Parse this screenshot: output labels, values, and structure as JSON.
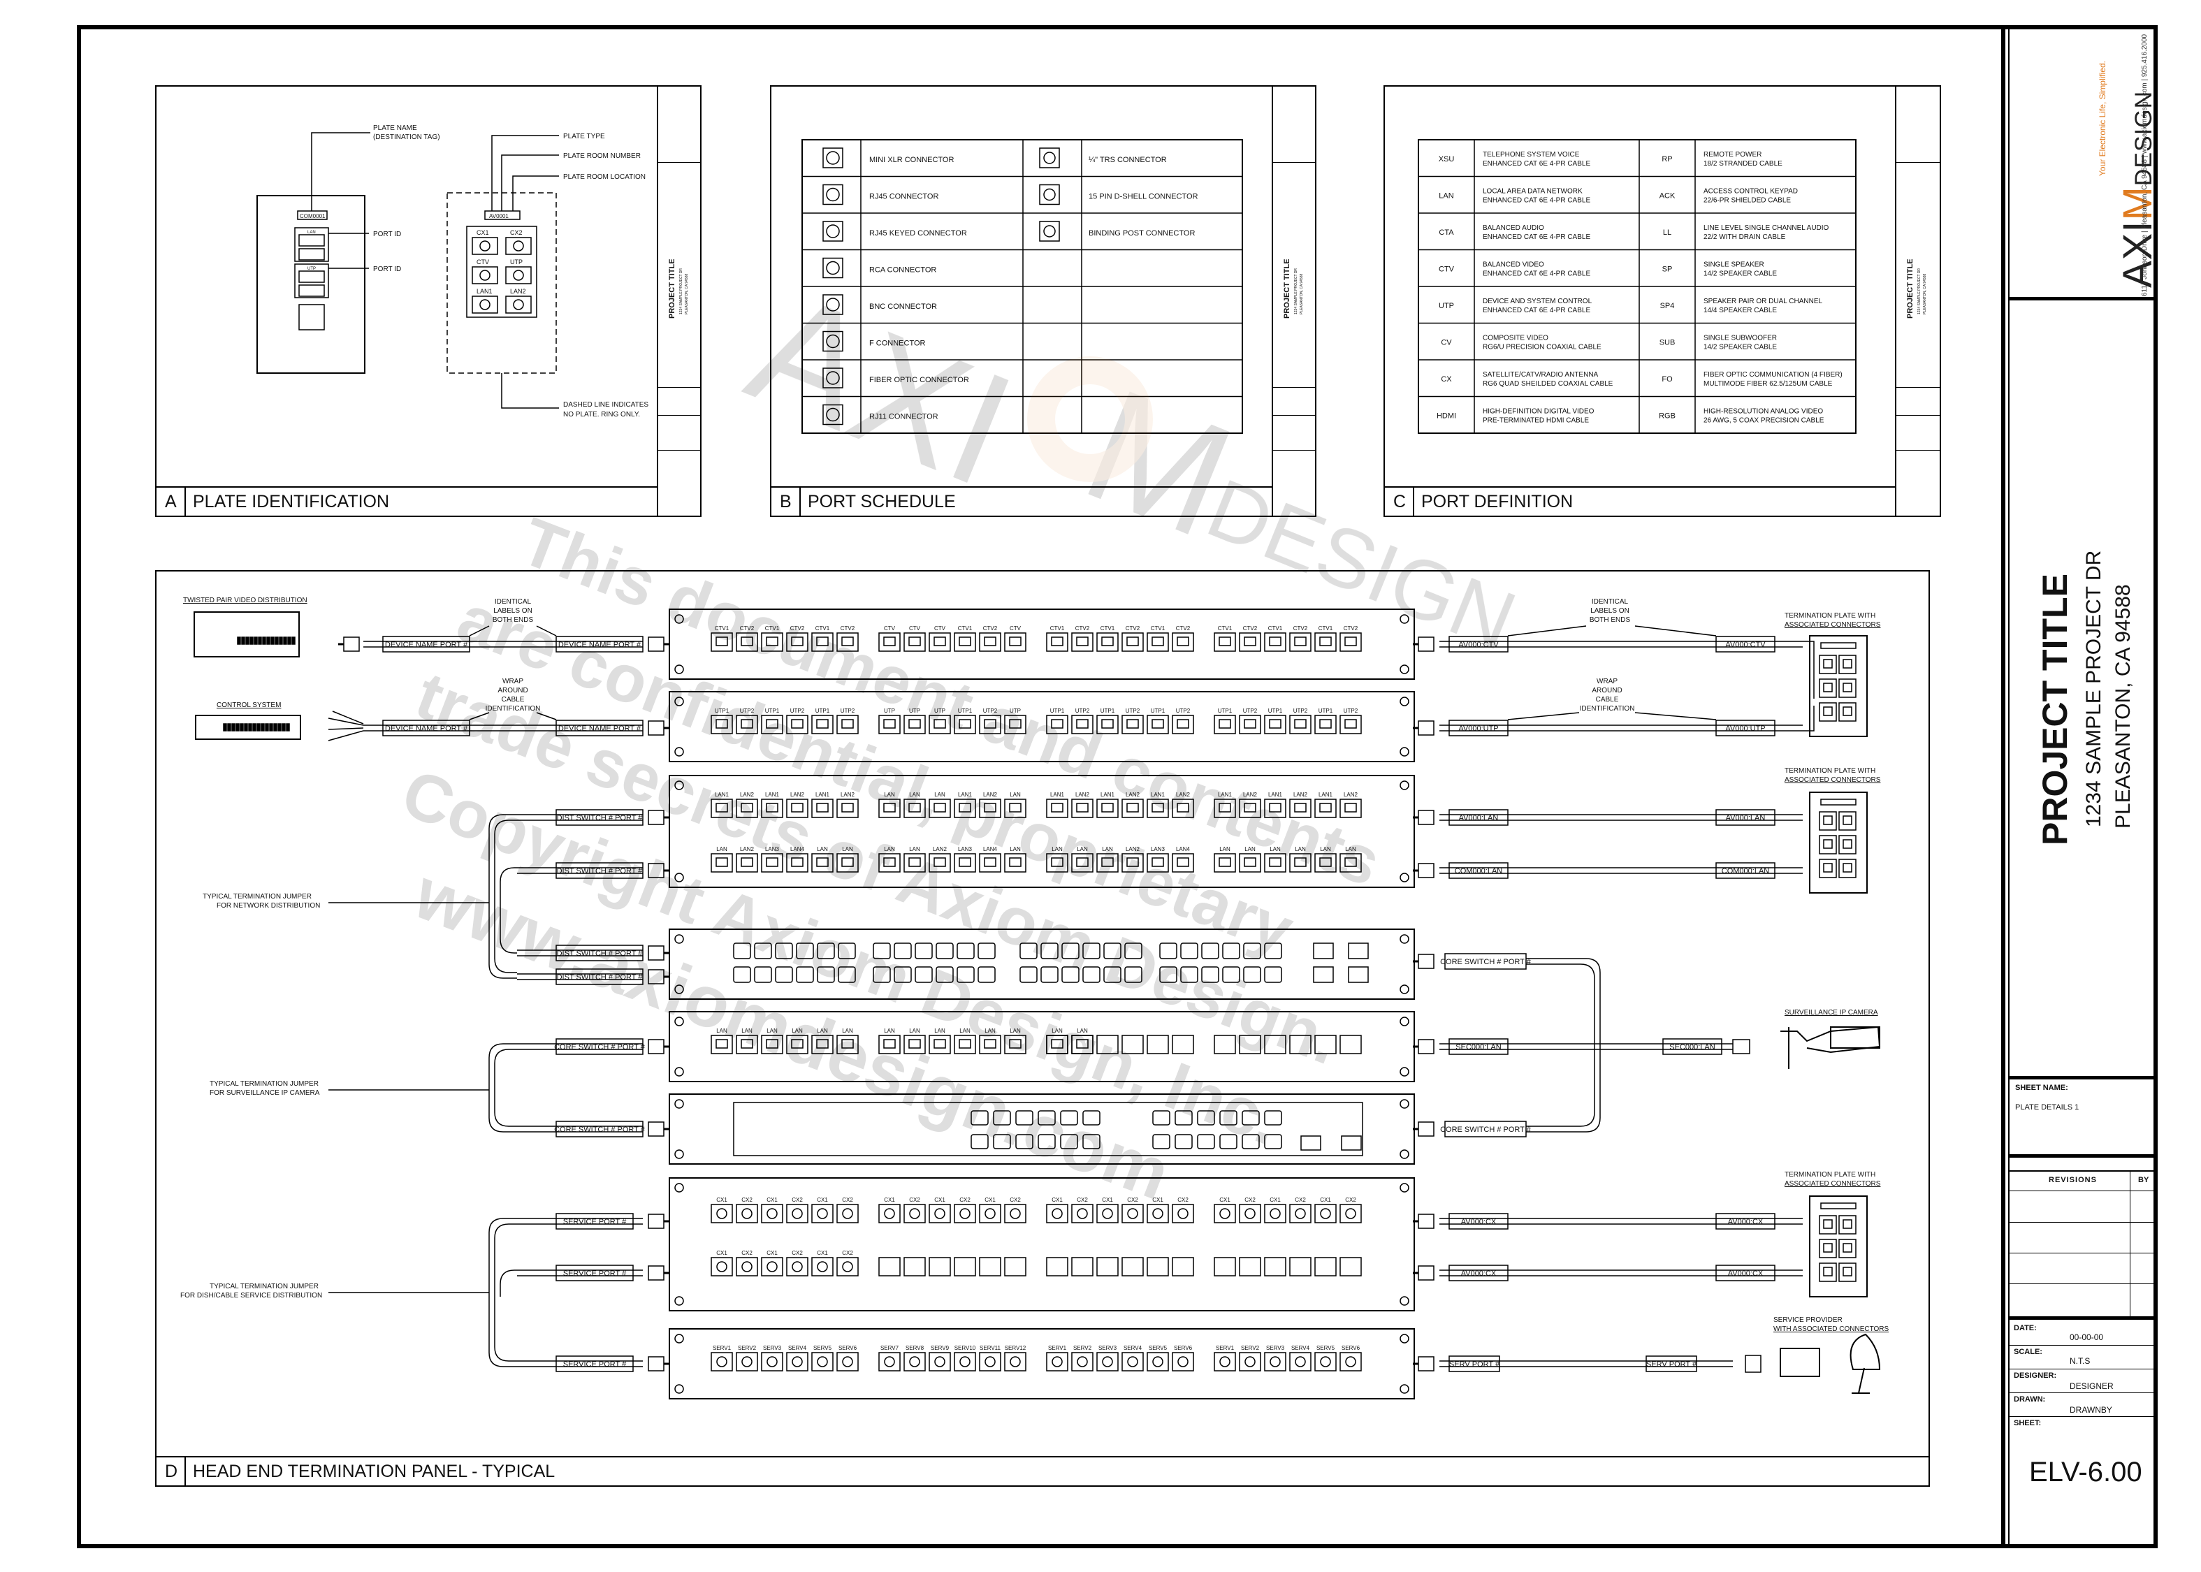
{
  "title_block": {
    "brand_axi": "AXI",
    "brand_m": "M",
    "brand_design": "DESIGN",
    "tagline": "Your Electronic Life, Simplified.",
    "contact": "6117 Johnson Drive | Pleasanton, CA 94588 | www.axiomdesign.com | 925.416.2000",
    "project_title": "PROJECT TITLE",
    "address_line1": "1234 SAMPLE PROJECT DR",
    "address_line2": "PLEASANTON, CA 94588",
    "sheet_name_label": "SHEET NAME:",
    "sheet_name": "PLATE DETAILS 1",
    "revisions_label": "REVISIONS",
    "by_label": "BY",
    "date_label": "DATE:",
    "date": "00-00-00",
    "scale_label": "SCALE:",
    "scale": "N.T.S",
    "designer_label": "DESIGNER:",
    "designer": "DESIGNER",
    "drawn_label": "DRAWN:",
    "drawn": "DRAWNBY",
    "sheet_label": "SHEET:",
    "sheet_number": "ELV-6.00"
  },
  "watermark": {
    "line1": "This document and contents",
    "line2": "are confidential, proprietary",
    "line3": "trade secrets of Axiom Design.",
    "line4": "Copyright Axiom Design, Inc.",
    "line5": "www.axiomdesign.com",
    "logo_axi": "AXI",
    "logo_m": "M",
    "logo_design": "DESIGN"
  },
  "mini_title_block": {
    "project_title": "PROJECT TITLE",
    "address": "1234 SAMPLE PROJECT DR",
    "city": "PLEASANTON, CA 94588"
  },
  "panel_a": {
    "letter": "A",
    "title": "PLATE IDENTIFICATION",
    "plate_name_label": "PLATE NAME",
    "plate_name_sub": "(DESTINATION TAG)",
    "plate_tag": "COM0001",
    "port_id_1": "PORT ID",
    "port_id_2": "PORT ID",
    "jack_top": "LAN",
    "jack_mid": "UTP",
    "plate_type_label": "PLATE TYPE",
    "room_number_label": "PLATE ROOM NUMBER",
    "room_location_label": "PLATE ROOM LOCATION",
    "ring_tag": "AV0001",
    "ring_ports": [
      "CX1",
      "CX2",
      "CTV",
      "UTP",
      "LAN1",
      "LAN2"
    ],
    "dashed_note_1": "DASHED LINE INDICATES",
    "dashed_note_2": "NO PLATE.  RING ONLY."
  },
  "panel_b": {
    "letter": "B",
    "title": "PORT SCHEDULE",
    "left_items": [
      "MINI XLR CONNECTOR",
      "RJ45 CONNECTOR",
      "RJ45 KEYED CONNECTOR",
      "RCA CONNECTOR",
      "BNC CONNECTOR",
      "F CONNECTOR",
      "FIBER OPTIC CONNECTOR",
      "RJ11 CONNECTOR"
    ],
    "right_items": [
      "¼\" TRS CONNECTOR",
      "15 PIN D-SHELL CONNECTOR",
      "BINDING POST CONNECTOR",
      "",
      "",
      "",
      "",
      ""
    ]
  },
  "panel_c": {
    "letter": "C",
    "title": "PORT DEFINITION",
    "rows": [
      {
        "c1": "XSU",
        "d1a": "TELEPHONE SYSTEM VOICE",
        "d1b": "ENHANCED CAT 6E 4-PR CABLE",
        "c2": "RP",
        "d2a": "REMOTE POWER",
        "d2b": "18/2 STRANDED CABLE"
      },
      {
        "c1": "LAN",
        "d1a": "LOCAL AREA DATA NETWORK",
        "d1b": "ENHANCED CAT 6E 4-PR CABLE",
        "c2": "ACK",
        "d2a": "ACCESS CONTROL KEYPAD",
        "d2b": "22/6-PR SHIELDED CABLE"
      },
      {
        "c1": "CTA",
        "d1a": "BALANCED AUDIO",
        "d1b": "ENHANCED CAT 6E 4-PR CABLE",
        "c2": "LL",
        "d2a": "LINE LEVEL SINGLE CHANNEL AUDIO",
        "d2b": "22/2 WITH DRAIN CABLE"
      },
      {
        "c1": "CTV",
        "d1a": "BALANCED VIDEO",
        "d1b": "ENHANCED CAT 6E 4-PR CABLE",
        "c2": "SP",
        "d2a": "SINGLE SPEAKER",
        "d2b": "14/2 SPEAKER CABLE"
      },
      {
        "c1": "UTP",
        "d1a": "DEVICE AND SYSTEM CONTROL",
        "d1b": "ENHANCED CAT 6E 4-PR CABLE",
        "c2": "SP4",
        "d2a": "SPEAKER PAIR OR DUAL CHANNEL",
        "d2b": "14/4 SPEAKER CABLE"
      },
      {
        "c1": "CV",
        "d1a": "COMPOSITE VIDEO",
        "d1b": "RG6/U  PRECISION COAXIAL CABLE",
        "c2": "SUB",
        "d2a": "SINGLE SUBWOOFER",
        "d2b": "14/2 SPEAKER CABLE"
      },
      {
        "c1": "CX",
        "d1a": "SATELLITE/CATV/RADIO ANTENNA",
        "d1b": "RG6 QUAD SHEILDED COAXIAL CABLE",
        "c2": "FO",
        "d2a": "FIBER OPTIC COMMUNICATION (4 FIBER)",
        "d2b": "MULTIMODE FIBER 62.5/125UM CABLE"
      },
      {
        "c1": "HDMI",
        "d1a": "HIGH-DEFINITION DIGITAL VIDEO",
        "d1b": "PRE-TERMINATED HDMI CABLE",
        "c2": "RGB",
        "d2a": "HIGH-RESOLUTION ANALOG VIDEO",
        "d2b": "26 AWG, 5 COAX PRECISION CABLE"
      }
    ]
  },
  "panel_d": {
    "letter": "D",
    "title": "HEAD END TERMINATION PANEL - TYPICAL",
    "twisted_pair_label": "TWISTED PAIR VIDEO DISTRIBUTION",
    "control_system_label": "CONTROL SYSTEM",
    "identical_labels_1": "IDENTICAL",
    "identical_labels_2": "LABELS ON",
    "identical_labels_3": "BOTH ENDS",
    "wrap_1": "WRAP",
    "wrap_2": "AROUND",
    "wrap_3": "CABLE",
    "wrap_4": "IDENTIFICATION",
    "device_name_port": "DEVICE NAME PORT #",
    "dist_switch_port": "DIST SWITCH # PORT #",
    "core_switch_port": "CORE SWITCH # PORT #",
    "service_port": "SERVICE PORT #",
    "serv_port": "SERV PORT #",
    "jumper_network_1": "TYPICAL TERMINATION JUMPER",
    "jumper_network_2": "FOR NETWORK DISTRIBUTION",
    "jumper_surv_1": "TYPICAL TERMINATION JUMPER",
    "jumper_surv_2": "FOR SURVEILLANCE IP CAMERA",
    "jumper_dish_1": "TYPICAL TERMINATION JUMPER",
    "jumper_dish_2": "FOR DISH/CABLE SERVICE DISTRIBUTION",
    "term_plate_1": "TERMINATION PLATE WITH",
    "term_plate_2": "ASSOCIATED CONNECTORS",
    "surv_camera": "SURVEILLANCE IP CAMERA",
    "service_provider_1": "SERVICE PROVIDER",
    "service_provider_2": "WITH ASSOCIATED CONNECTORS",
    "tag_av_ctv": "AV000:CTV",
    "tag_av_utp": "AV000:UTP",
    "tag_av_lan": "AV000:LAN",
    "tag_com_lan": "COM000:LAN",
    "tag_sec_lan": "SEC000:LAN",
    "tag_av_cx": "AV000:CX",
    "panel_rows": {
      "row1": [
        "CTV1",
        "CTV2",
        "CTV1",
        "CTV2",
        "CTV1",
        "CTV2",
        "CTV",
        "CTV",
        "CTV",
        "CTV1",
        "CTV2",
        "CTV",
        "CTV1",
        "CTV2",
        "CTV1",
        "CTV2",
        "CTV1",
        "CTV2",
        "CTV1",
        "CTV2",
        "CTV1",
        "CTV2",
        "CTV1",
        "CTV2",
        "CTV",
        "CTV",
        "CTV",
        "CTV1",
        "CTV2",
        "CTV"
      ],
      "row2": [
        "UTP1",
        "UTP2",
        "UTP1",
        "UTP2",
        "UTP1",
        "UTP2",
        "UTP",
        "UTP",
        "UTP",
        "UTP1",
        "UTP2",
        "UTP",
        "UTP1",
        "UTP2",
        "UTP1",
        "UTP2",
        "UTP1",
        "UTP2",
        "UTP1",
        "UTP2",
        "UTP1",
        "UTP2",
        "UTP1",
        "UTP2",
        "UTP",
        "UTP",
        "UTP",
        "UTP1",
        "UTP2",
        "UTP"
      ],
      "row3": [
        "LAN1",
        "LAN2",
        "LAN1",
        "LAN2",
        "LAN1",
        "LAN2",
        "LAN",
        "LAN",
        "LAN",
        "LAN1",
        "LAN2",
        "LAN",
        "LAN1",
        "LAN2",
        "LAN1",
        "LAN2",
        "LAN1",
        "LAN2",
        "LAN1",
        "LAN2",
        "LAN1",
        "LAN2",
        "LAN1",
        "LAN2",
        "LAN",
        "LAN",
        "LAN",
        "LAN1",
        "LAN2",
        "LAN"
      ],
      "row4": [
        "LAN",
        "LAN2",
        "LAN3",
        "LAN4",
        "LAN",
        "LAN",
        "LAN",
        "LAN",
        "LAN2",
        "LAN3",
        "LAN4",
        "LAN",
        "LAN",
        "LAN",
        "LAN",
        "LAN2",
        "LAN3",
        "LAN4",
        "LAN",
        "LAN",
        "LAN",
        "LAN",
        "LAN",
        "LAN",
        "LAN",
        "LAN",
        "LAN",
        "LAN",
        "LAN",
        "LAN"
      ],
      "row5": [
        "LAN",
        "LAN",
        "LAN",
        "LAN",
        "LAN",
        "LAN",
        "LAN",
        "LAN",
        "LAN",
        "LAN",
        "LAN",
        "LAN",
        "LAN",
        "LAN"
      ],
      "row6": [
        "CX1",
        "CX2",
        "CX1",
        "CX2",
        "CX1",
        "CX2",
        "CX1",
        "CX2",
        "CX1",
        "CX2",
        "CX1",
        "CX2",
        "CX1",
        "CX2",
        "CX1",
        "CX2",
        "CX1",
        "CX2",
        "CX1",
        "CX2",
        "CX1",
        "CX2",
        "CX1",
        "CX2",
        "CX1",
        "CX2",
        "CX1",
        "CX2",
        "CX1",
        "CX2"
      ],
      "row7": [
        "CX1",
        "CX2",
        "CX1",
        "CX2",
        "CX1",
        "CX2"
      ],
      "row8": [
        "SERV1",
        "SERV2",
        "SERV3",
        "SERV4",
        "SERV5",
        "SERV6",
        "SERV7",
        "SERV8",
        "SERV9",
        "SERV10",
        "SERV11",
        "SERV12",
        "SERV1",
        "SERV2",
        "SERV3",
        "SERV4",
        "SERV5",
        "SERV6",
        "SERV1",
        "SERV2",
        "SERV3",
        "SERV4",
        "SERV5",
        "SERV6"
      ]
    }
  }
}
